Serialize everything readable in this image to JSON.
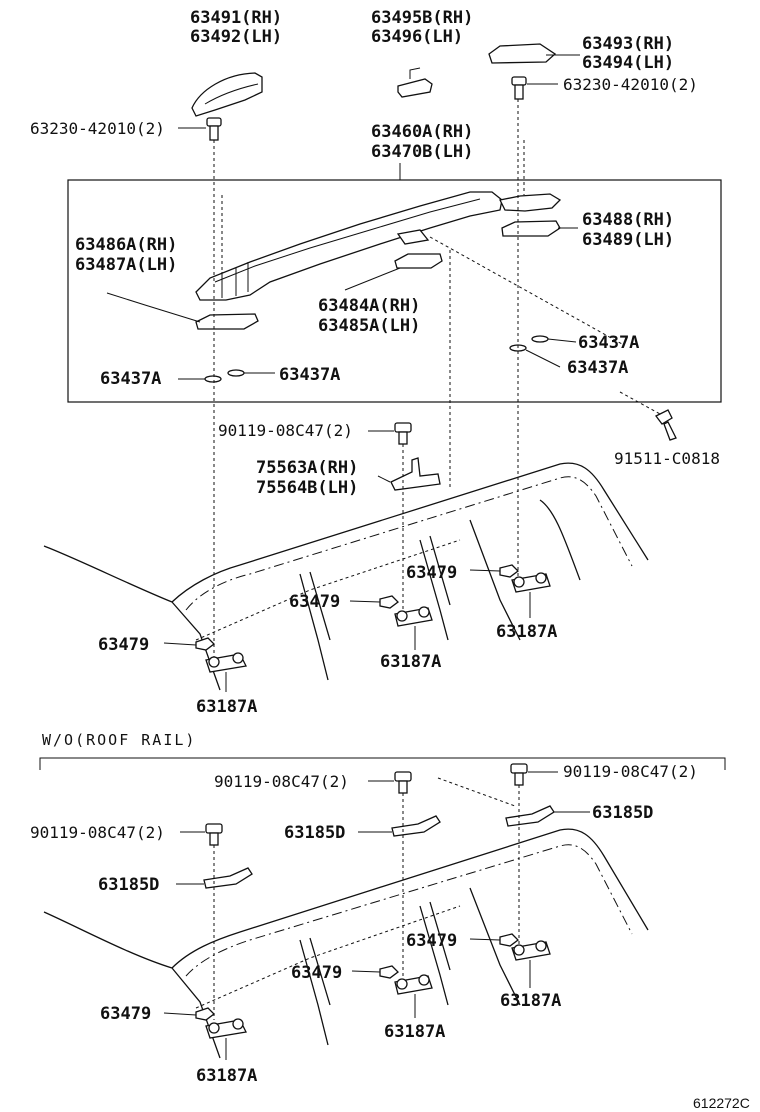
{
  "labels": {
    "l01": "63491(RH)",
    "l02": "63492(LH)",
    "l03": "63495B(RH)",
    "l04": "63496(LH)",
    "l05": "63493(RH)",
    "l06": "63494(LH)",
    "l07": "63230-42010(2)",
    "l08": "63230-42010(2)",
    "l09": "63460A(RH)",
    "l10": "63470B(LH)",
    "l11": "63488(RH)",
    "l12": "63489(LH)",
    "l13": "63486A(RH)",
    "l14": "63487A(LH)",
    "l15": "63484A(RH)",
    "l16": "63485A(LH)",
    "l17": "63437A",
    "l18": "63437A",
    "l19": "63437A",
    "l20": "63437A",
    "l21": "90119-08C47(2)",
    "l22": "91511-C0818",
    "l23": "75563A(RH)",
    "l24": "75564B(LH)",
    "l25": "63479",
    "l26": "63479",
    "l27": "63479",
    "l28": "63187A",
    "l29": "63187A",
    "l30": "63187A",
    "l31": "W/O(ROOF RAIL)",
    "l32": "90119-08C47(2)",
    "l33": "90119-08C47(2)",
    "l34": "90119-08C47(2)",
    "l35": "63185D",
    "l36": "63185D",
    "l37": "63185D",
    "l38": "63479",
    "l39": "63479",
    "l40": "63479",
    "l41": "63187A",
    "l42": "63187A",
    "l43": "63187A",
    "l44": "612272C"
  }
}
